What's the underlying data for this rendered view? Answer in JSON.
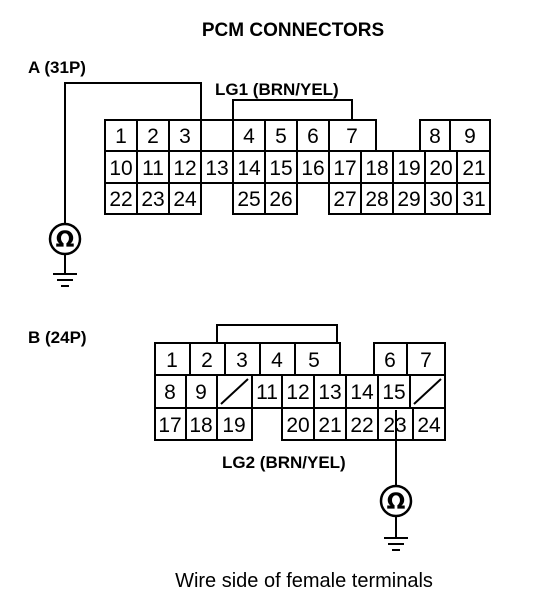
{
  "title": "PCM CONNECTORS",
  "caption": "Wire side of female terminals",
  "connector_a": {
    "label": "A (31P)",
    "wire_label": "LG1 (BRN/YEL)",
    "rows": [
      [
        "1",
        "2",
        "3",
        "4",
        "5",
        "6",
        "7",
        "",
        "8",
        "9"
      ],
      [
        "10",
        "11",
        "12",
        "13",
        "14",
        "15",
        "16",
        "17",
        "18",
        "19",
        "20",
        "21"
      ],
      [
        "22",
        "23",
        "24",
        "",
        "25",
        "26",
        "",
        "27",
        "28",
        "29",
        "30",
        "31"
      ]
    ]
  },
  "connector_b": {
    "label": "B (24P)",
    "wire_label": "LG2 (BRN/YEL)",
    "rows": [
      [
        "1",
        "2",
        "3",
        "4",
        "5",
        "",
        "6",
        "7"
      ],
      [
        "8",
        "9",
        "/",
        "11",
        "12",
        "13",
        "14",
        "15",
        "/"
      ],
      [
        "17",
        "18",
        "19",
        "",
        "20",
        "21",
        "22",
        "23",
        "24"
      ]
    ]
  },
  "meter_symbol": "Ω"
}
